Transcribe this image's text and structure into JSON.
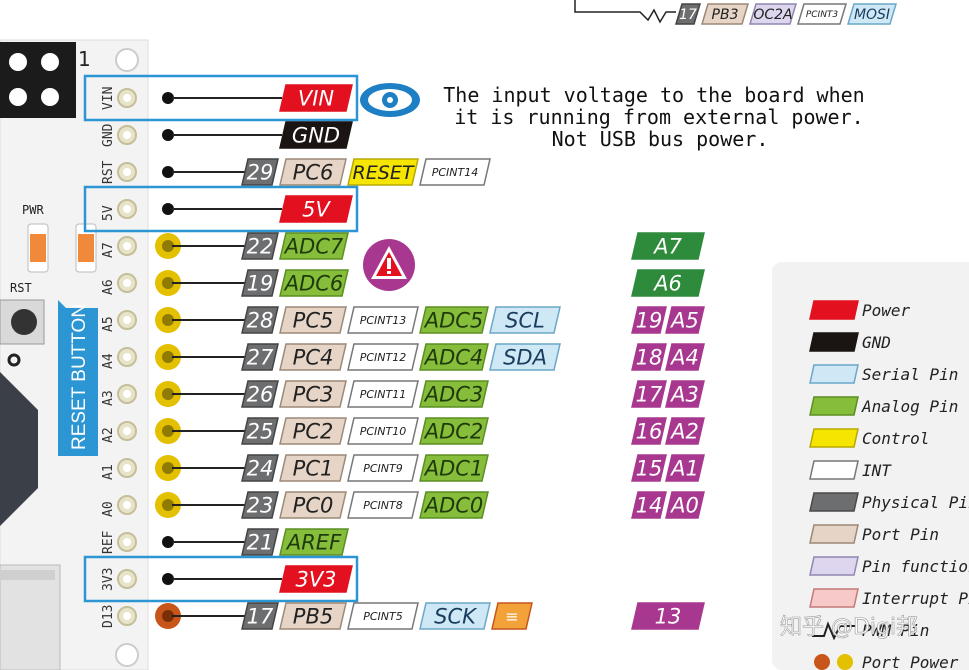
{
  "top_strip": {
    "physical": "17",
    "port": "PB3",
    "func": "OC2A",
    "pcint": "PCINT3",
    "serial": "MOSI"
  },
  "board": {
    "header_number": "1",
    "labels": [
      "VIN",
      "GND",
      "RST",
      "5V",
      "A7",
      "A6",
      "A5",
      "A4",
      "A3",
      "A2",
      "A1",
      "A0",
      "REF",
      "3V3",
      "D13"
    ],
    "pwr_label": "PWR",
    "rst_label": "RST",
    "reset_button_label": "RESET BUTTON"
  },
  "pins": [
    {
      "physical": "",
      "port": "",
      "pcint": "",
      "analog": "",
      "serial": "",
      "control": "",
      "power": "VIN",
      "gnd": "",
      "highlight": true,
      "arduino": "",
      "arduino_num": "",
      "pad": "black"
    },
    {
      "physical": "",
      "port": "",
      "pcint": "",
      "analog": "",
      "serial": "",
      "control": "",
      "power": "",
      "gnd": "GND",
      "highlight": false,
      "arduino": "",
      "arduino_num": "",
      "pad": "black"
    },
    {
      "physical": "29",
      "port": "PC6",
      "pcint": "PCINT14",
      "analog": "",
      "serial": "",
      "control": "RESET",
      "power": "",
      "gnd": "",
      "highlight": false,
      "arduino": "",
      "arduino_num": "",
      "pad": "black"
    },
    {
      "physical": "",
      "port": "",
      "pcint": "",
      "analog": "",
      "serial": "",
      "control": "",
      "power": "5V",
      "gnd": "",
      "highlight": true,
      "arduino": "",
      "arduino_num": "",
      "pad": "black"
    },
    {
      "physical": "22",
      "port": "",
      "pcint": "",
      "analog": "ADC7",
      "serial": "",
      "control": "",
      "power": "",
      "gnd": "",
      "highlight": false,
      "arduino": "A7",
      "arduino_num": "",
      "pad": "yellow"
    },
    {
      "physical": "19",
      "port": "",
      "pcint": "",
      "analog": "ADC6",
      "serial": "",
      "control": "",
      "power": "",
      "gnd": "",
      "highlight": false,
      "arduino": "A6",
      "arduino_num": "",
      "pad": "yellow"
    },
    {
      "physical": "28",
      "port": "PC5",
      "pcint": "PCINT13",
      "analog": "ADC5",
      "serial": "SCL",
      "control": "",
      "power": "",
      "gnd": "",
      "highlight": false,
      "arduino": "A5",
      "arduino_num": "19",
      "pad": "yellow"
    },
    {
      "physical": "27",
      "port": "PC4",
      "pcint": "PCINT12",
      "analog": "ADC4",
      "serial": "SDA",
      "control": "",
      "power": "",
      "gnd": "",
      "highlight": false,
      "arduino": "A4",
      "arduino_num": "18",
      "pad": "yellow"
    },
    {
      "physical": "26",
      "port": "PC3",
      "pcint": "PCINT11",
      "analog": "ADC3",
      "serial": "",
      "control": "",
      "power": "",
      "gnd": "",
      "highlight": false,
      "arduino": "A3",
      "arduino_num": "17",
      "pad": "yellow"
    },
    {
      "physical": "25",
      "port": "PC2",
      "pcint": "PCINT10",
      "analog": "ADC2",
      "serial": "",
      "control": "",
      "power": "",
      "gnd": "",
      "highlight": false,
      "arduino": "A2",
      "arduino_num": "16",
      "pad": "yellow"
    },
    {
      "physical": "24",
      "port": "PC1",
      "pcint": "PCINT9",
      "analog": "ADC1",
      "serial": "",
      "control": "",
      "power": "",
      "gnd": "",
      "highlight": false,
      "arduino": "A1",
      "arduino_num": "15",
      "pad": "yellow"
    },
    {
      "physical": "23",
      "port": "PC0",
      "pcint": "PCINT8",
      "analog": "ADC0",
      "serial": "",
      "control": "",
      "power": "",
      "gnd": "",
      "highlight": false,
      "arduino": "A0",
      "arduino_num": "14",
      "pad": "yellow"
    },
    {
      "physical": "21",
      "port": "",
      "pcint": "",
      "analog": "AREF",
      "serial": "",
      "control": "",
      "power": "",
      "gnd": "",
      "highlight": false,
      "arduino": "",
      "arduino_num": "",
      "pad": "black"
    },
    {
      "physical": "",
      "port": "",
      "pcint": "",
      "analog": "",
      "serial": "",
      "control": "",
      "power": "3V3",
      "gnd": "",
      "highlight": true,
      "arduino": "",
      "arduino_num": "",
      "pad": "black"
    },
    {
      "physical": "17",
      "port": "PB5",
      "pcint": "PCINT5",
      "analog": "",
      "serial": "SCK",
      "control": "",
      "power": "",
      "gnd": "",
      "highlight": false,
      "arduino": "13",
      "arduino_num": "",
      "pad": "orange"
    }
  ],
  "annotation": [
    "The input voltage to the board when",
    "it is running from external power.",
    "Not USB bus power."
  ],
  "legend": [
    {
      "label": "Power",
      "color": "#e3101f",
      "border": "#e3101f"
    },
    {
      "label": "GND",
      "color": "#1a1413",
      "border": "#1a1413"
    },
    {
      "label": "Serial Pin",
      "color": "#cfe8f6",
      "border": "#6aa7c8"
    },
    {
      "label": "Analog Pin",
      "color": "#86bd3a",
      "border": "#5c8f22"
    },
    {
      "label": "Control",
      "color": "#f6e500",
      "border": "#b8a900"
    },
    {
      "label": "INT",
      "color": "#ffffff",
      "border": "#777777"
    },
    {
      "label": "Physical Pin",
      "color": "#6d6e70",
      "border": "#4a4a4a"
    },
    {
      "label": "Port Pin",
      "color": "#e6d5c6",
      "border": "#9c8877"
    },
    {
      "label": "Pin function",
      "color": "#ddd6ee",
      "border": "#8f87b0"
    },
    {
      "label": "Interrupt Pin",
      "color": "#f7c9c8",
      "border": "#c27b79"
    },
    {
      "label": "PWM Pin",
      "color": "",
      "border": ""
    },
    {
      "label": "Port Power",
      "color": "",
      "border": ""
    }
  ],
  "watermark": "知乎 @Digi邦",
  "colors": {
    "power": "#e3101f",
    "gnd": "#1a1413",
    "physical": "#6d6e70",
    "port": "#e6d5c6",
    "analog": "#86bd3a",
    "serial": "#cfe8f6",
    "control": "#f6e500",
    "arduino_green": "#2e8b3c",
    "arduino_purple": "#a8388f",
    "highlight": "#2b96d3",
    "pad_yellow": "#e3c000",
    "pad_orange": "#c8561a",
    "warn": "#a8388f",
    "eye": "#1f7fc4"
  }
}
